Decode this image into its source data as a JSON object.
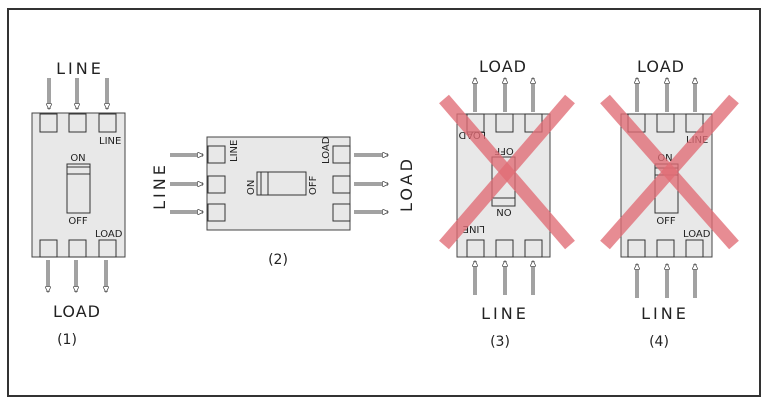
{
  "figure": {
    "frame_color": "#333333",
    "body_fill": "#e8e8e8",
    "cross_color": "#e06c74"
  },
  "diagrams": [
    {
      "caption": "(1)",
      "status": "correct",
      "top_label": "LINE",
      "bottom_label": "LOAD",
      "terminal_top_label": "LINE",
      "terminal_bottom_label": "LOAD",
      "switch_on": "ON",
      "switch_off": "OFF"
    },
    {
      "caption": "(2)",
      "status": "correct",
      "left_label": "LINE",
      "right_label": "LOAD",
      "terminal_left_label": "LINE",
      "terminal_right_label": "LOAD",
      "switch_on": "ON",
      "switch_off": "OFF"
    },
    {
      "caption": "(3)",
      "status": "incorrect",
      "top_label": "LOAD",
      "bottom_label": "LINE",
      "terminal_top_label": "LOAD",
      "terminal_bottom_label": "LINE",
      "switch_on": "ON",
      "switch_off": "OFF"
    },
    {
      "caption": "(4)",
      "status": "incorrect",
      "top_label": "LOAD",
      "bottom_label": "LINE",
      "terminal_top_label": "LINE",
      "terminal_bottom_label": "LOAD",
      "switch_on": "ON",
      "switch_off": "OFF"
    }
  ]
}
